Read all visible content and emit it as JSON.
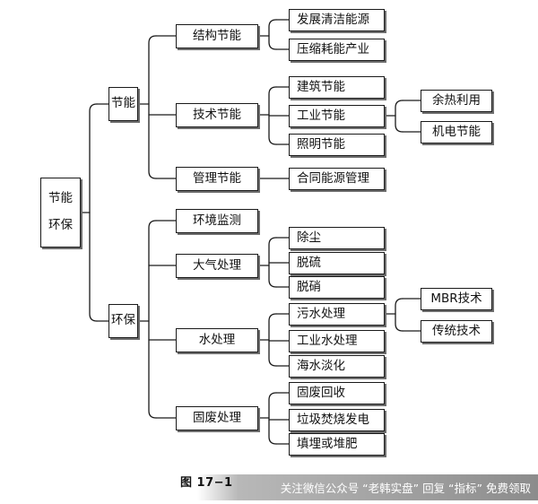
{
  "root": {
    "line1": "节能",
    "line2": "环保"
  },
  "level1": {
    "jieneng": "节能",
    "huanbao": "环保"
  },
  "level2": {
    "jiegou": "结构节能",
    "jishu": "技术节能",
    "guanli": "管理节能",
    "jiance": "环境监测",
    "daqi": "大气处理",
    "shui": "水处理",
    "gufei": "固废处理"
  },
  "level3": {
    "qingjie": "发展清洁能源",
    "yasuo": "压缩耗能产业",
    "jianzhu": "建筑节能",
    "gongye": "工业节能",
    "zhaoming": "照明节能",
    "hetong": "合同能源管理",
    "chuchen": "除尘",
    "tuoliu": "脱硫",
    "tuoxiao": "脱硝",
    "wushui": "污水处理",
    "gongyeshui": "工业水处理",
    "haishui": "海水淡化",
    "gufeihuishou": "固废回收",
    "laji": "垃圾焚烧发电",
    "tianmai": "填埋或堆肥"
  },
  "level4": {
    "yure": "余热利用",
    "jidian": "机电节能",
    "mbr": "MBR技术",
    "chuantong": "传统技术"
  },
  "caption": "图 17−1",
  "watermark": "关注微信公众号 “老韩实盘” 回复 “指标” 免费领取"
}
